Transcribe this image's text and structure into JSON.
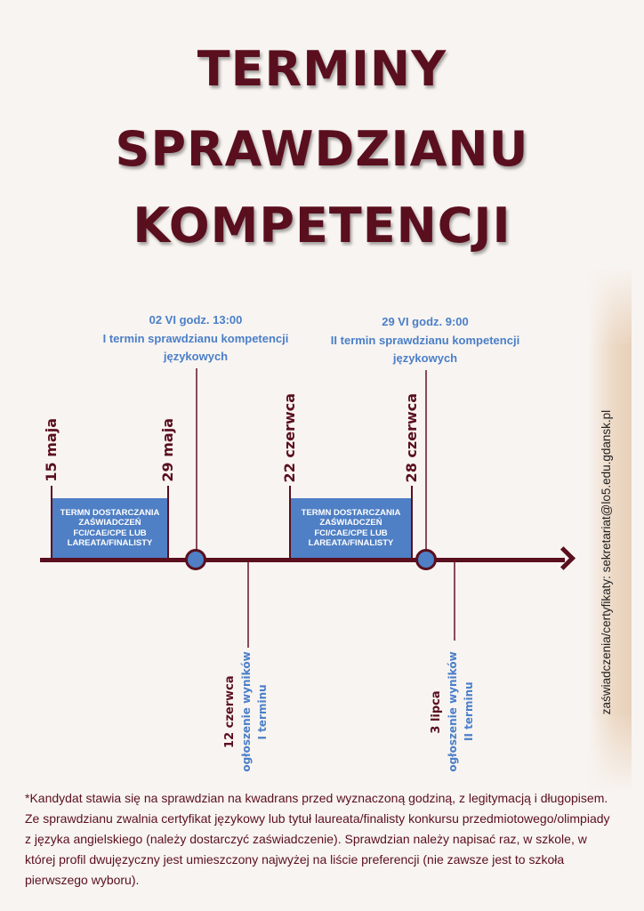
{
  "title": {
    "line1": "TERMINY",
    "line2": "SPRAWDZIANU",
    "line3": "KOMPETENCJI"
  },
  "exams": [
    {
      "when": "02 VI godz. 13:00",
      "line2": "I  termin sprawdzianu kompetencji",
      "line3": "językowych"
    },
    {
      "when": "29 VI godz. 9:00",
      "line2": "II  termin sprawdzianu kompetencji",
      "line3": "językowych"
    }
  ],
  "dates": {
    "d1": "15 maja",
    "d2": "29 maja",
    "d3": "22 czerwca",
    "d4": "28 czerwca"
  },
  "boxes": [
    {
      "l1": "TERMN DOSTARCZANIA",
      "l2": "ZAŚWIADCZEŃ",
      "l3": "FCI/CAE/CPE LUB",
      "l4": "LAREATA/FINALISTY"
    },
    {
      "l1": "TERMN DOSTARCZANIA",
      "l2": "ZAŚWIADCZEŃ",
      "l3": "FCI/CAE/CPE LUB",
      "l4": "LAREATA/FINALISTY"
    }
  ],
  "results": [
    {
      "date": "12 czerwca",
      "l1": "ogłoszenie wyników",
      "l2": "I terminu"
    },
    {
      "date": "3 lipca",
      "l1": "ogłoszenie wyników",
      "l2": "II terminu"
    }
  ],
  "side_contact": "zaświadczenia/certyfikaty: sekretariat@lo5.edu.gdansk.pl",
  "footnote": "*Kandydat stawia się na sprawdzian na kwadrans przed wyznaczoną godziną, z legitymacją i długopisem. Ze sprawdzianu zwalnia certyfikat językowy lub tytuł laureata/finalisty konkursu przedmiotowego/olimpiady z języka angielskiego (należy dostarczyć zaświadczenie). Sprawdzian należy napisać raz, w szkole, w której profil dwujęzyczny jest umieszczony najwyżej na liście preferencji (nie zawsze jest to szkoła pierwszego wyboru).",
  "colors": {
    "maroon": "#5a0f1e",
    "blue": "#4a7fc8",
    "box": "#4f7fc4",
    "background": "#f8f4f1"
  }
}
